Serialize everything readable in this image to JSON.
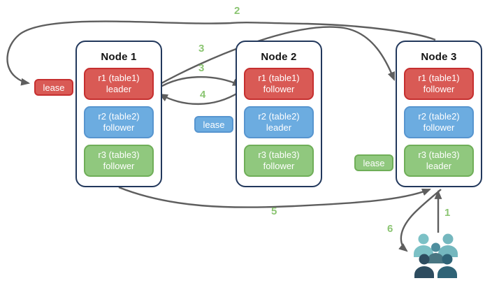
{
  "nodes": [
    {
      "title": "Node 1",
      "replicas": [
        {
          "name": "r1 (table1)",
          "role": "leader",
          "color": "red"
        },
        {
          "name": "r2 (table2)",
          "role": "follower",
          "color": "blue"
        },
        {
          "name": "r3 (table3)",
          "role": "follower",
          "color": "green"
        }
      ]
    },
    {
      "title": "Node 2",
      "replicas": [
        {
          "name": "r1 (table1)",
          "role": "follower",
          "color": "red"
        },
        {
          "name": "r2 (table2)",
          "role": "leader",
          "color": "blue"
        },
        {
          "name": "r3 (table3)",
          "role": "follower",
          "color": "green"
        }
      ]
    },
    {
      "title": "Node 3",
      "replicas": [
        {
          "name": "r1 (table1)",
          "role": "follower",
          "color": "red"
        },
        {
          "name": "r2 (table2)",
          "role": "follower",
          "color": "blue"
        },
        {
          "name": "r3 (table3)",
          "role": "leader",
          "color": "green"
        }
      ]
    }
  ],
  "leases": {
    "red": {
      "label": "lease"
    },
    "blue": {
      "label": "lease"
    },
    "green": {
      "label": "lease"
    }
  },
  "steps": {
    "s1": "1",
    "s2": "2",
    "s3a": "3",
    "s3b": "3",
    "s4": "4",
    "s5": "5",
    "s6": "6"
  },
  "icons": {
    "users": "users-group"
  },
  "colors": {
    "red_fill": "#d95a55",
    "red_border": "#c62f2f",
    "blue_fill": "#6cace0",
    "blue_border": "#5795cf",
    "green_fill": "#90c87e",
    "green_border": "#6fae58",
    "node_border": "#22385c",
    "arrow": "#5e5e5e",
    "step_label": "#8bc572",
    "user_teal_light": "#7cc1c6",
    "user_teal_mid": "#4e8e9e",
    "user_navy_dark": "#2d4c5f"
  }
}
